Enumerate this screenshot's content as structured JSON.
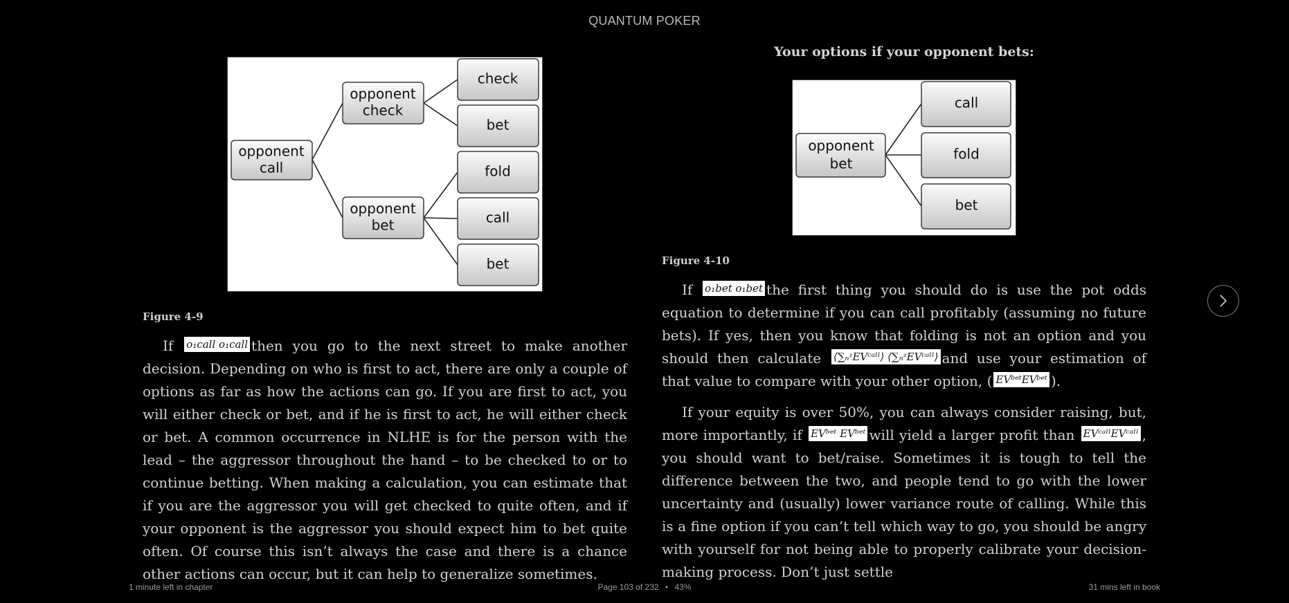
{
  "book": {
    "title": "QUANTUM POKER"
  },
  "left": {
    "figure_caption": "Figure 4-9",
    "figure": {
      "root": [
        "opponent",
        "call"
      ],
      "branch_top": [
        "opponent",
        "check"
      ],
      "branch_bottom": [
        "opponent",
        "bet"
      ],
      "leaves": [
        "check",
        "bet",
        "fold",
        "call",
        "bet"
      ]
    },
    "paragraph": {
      "lead": "If",
      "math": "o₁call o₁call",
      "text": "then you go to the next street to make another decision. Depending on who is first to act, there are only a couple of options as far as how the actions can go. If you are first to act, you will either check or bet, and if he is first to act, he will either check or bet. A common occurrence in NLHE is for the person with the lead – the aggressor throughout the hand – to be checked to or to continue betting. When making a calculation, you can estimate that if you are the aggressor you will get checked to quite often, and if your opponent is the aggressor you should expect him to bet quite often. Of course this isn’t always the case and there is a chance other actions can occur, but it can help to generalize sometimes."
    }
  },
  "right": {
    "heading": "Your options if your opponent bets:",
    "figure_caption": "Figure 4-10",
    "figure": {
      "root": [
        "opponent",
        "bet"
      ],
      "leaves": [
        "call",
        "fold",
        "bet"
      ]
    },
    "paragraph1": {
      "lead": "If",
      "math1": "o₁bet o₁bet",
      "text1": "the first thing you should do is use the pot odds equation to determine if you can call profitably (assuming no future bets). If yes, then you know that folding is not an option and you should then calculate",
      "math2": "⟨∑ₙᶻEVᶜᵃˡˡ⟩ ⟨∑ₙᶻEVᶜᵃˡˡ⟩",
      "text2": "and use your estimation of that value to compare with your other option, (",
      "math3": "EVᵇᵉᵗEVᵇᵉᵗ",
      "text3": ")."
    },
    "paragraph2": {
      "text1": "If your equity is over 50%, you can always consider raising, but, more importantly, if",
      "math1": "EVᵇᵉᵗ EVᵇᵉᵗ",
      "text2": "will yield a larger profit than",
      "math2": "EVᶜᵃˡˡEVᶜᵃˡˡ",
      "text3": ", you should want to bet/raise. Sometimes it is tough to tell the difference between the two, and people tend to go with the lower uncertainty and (usually) lower variance route of calling. While this is a fine option if you can’t tell which way to go, you should be angry with yourself for not being able to properly calibrate your decision-making process. Don’t just settle"
    }
  },
  "navigation": {
    "next_icon": "chevron-right-icon"
  },
  "footer": {
    "chapter_time": "1 minute left in chapter",
    "page_info": "Page 103 of 232",
    "separator": "•",
    "percent": "43%",
    "book_time": "31 mins left in book"
  }
}
